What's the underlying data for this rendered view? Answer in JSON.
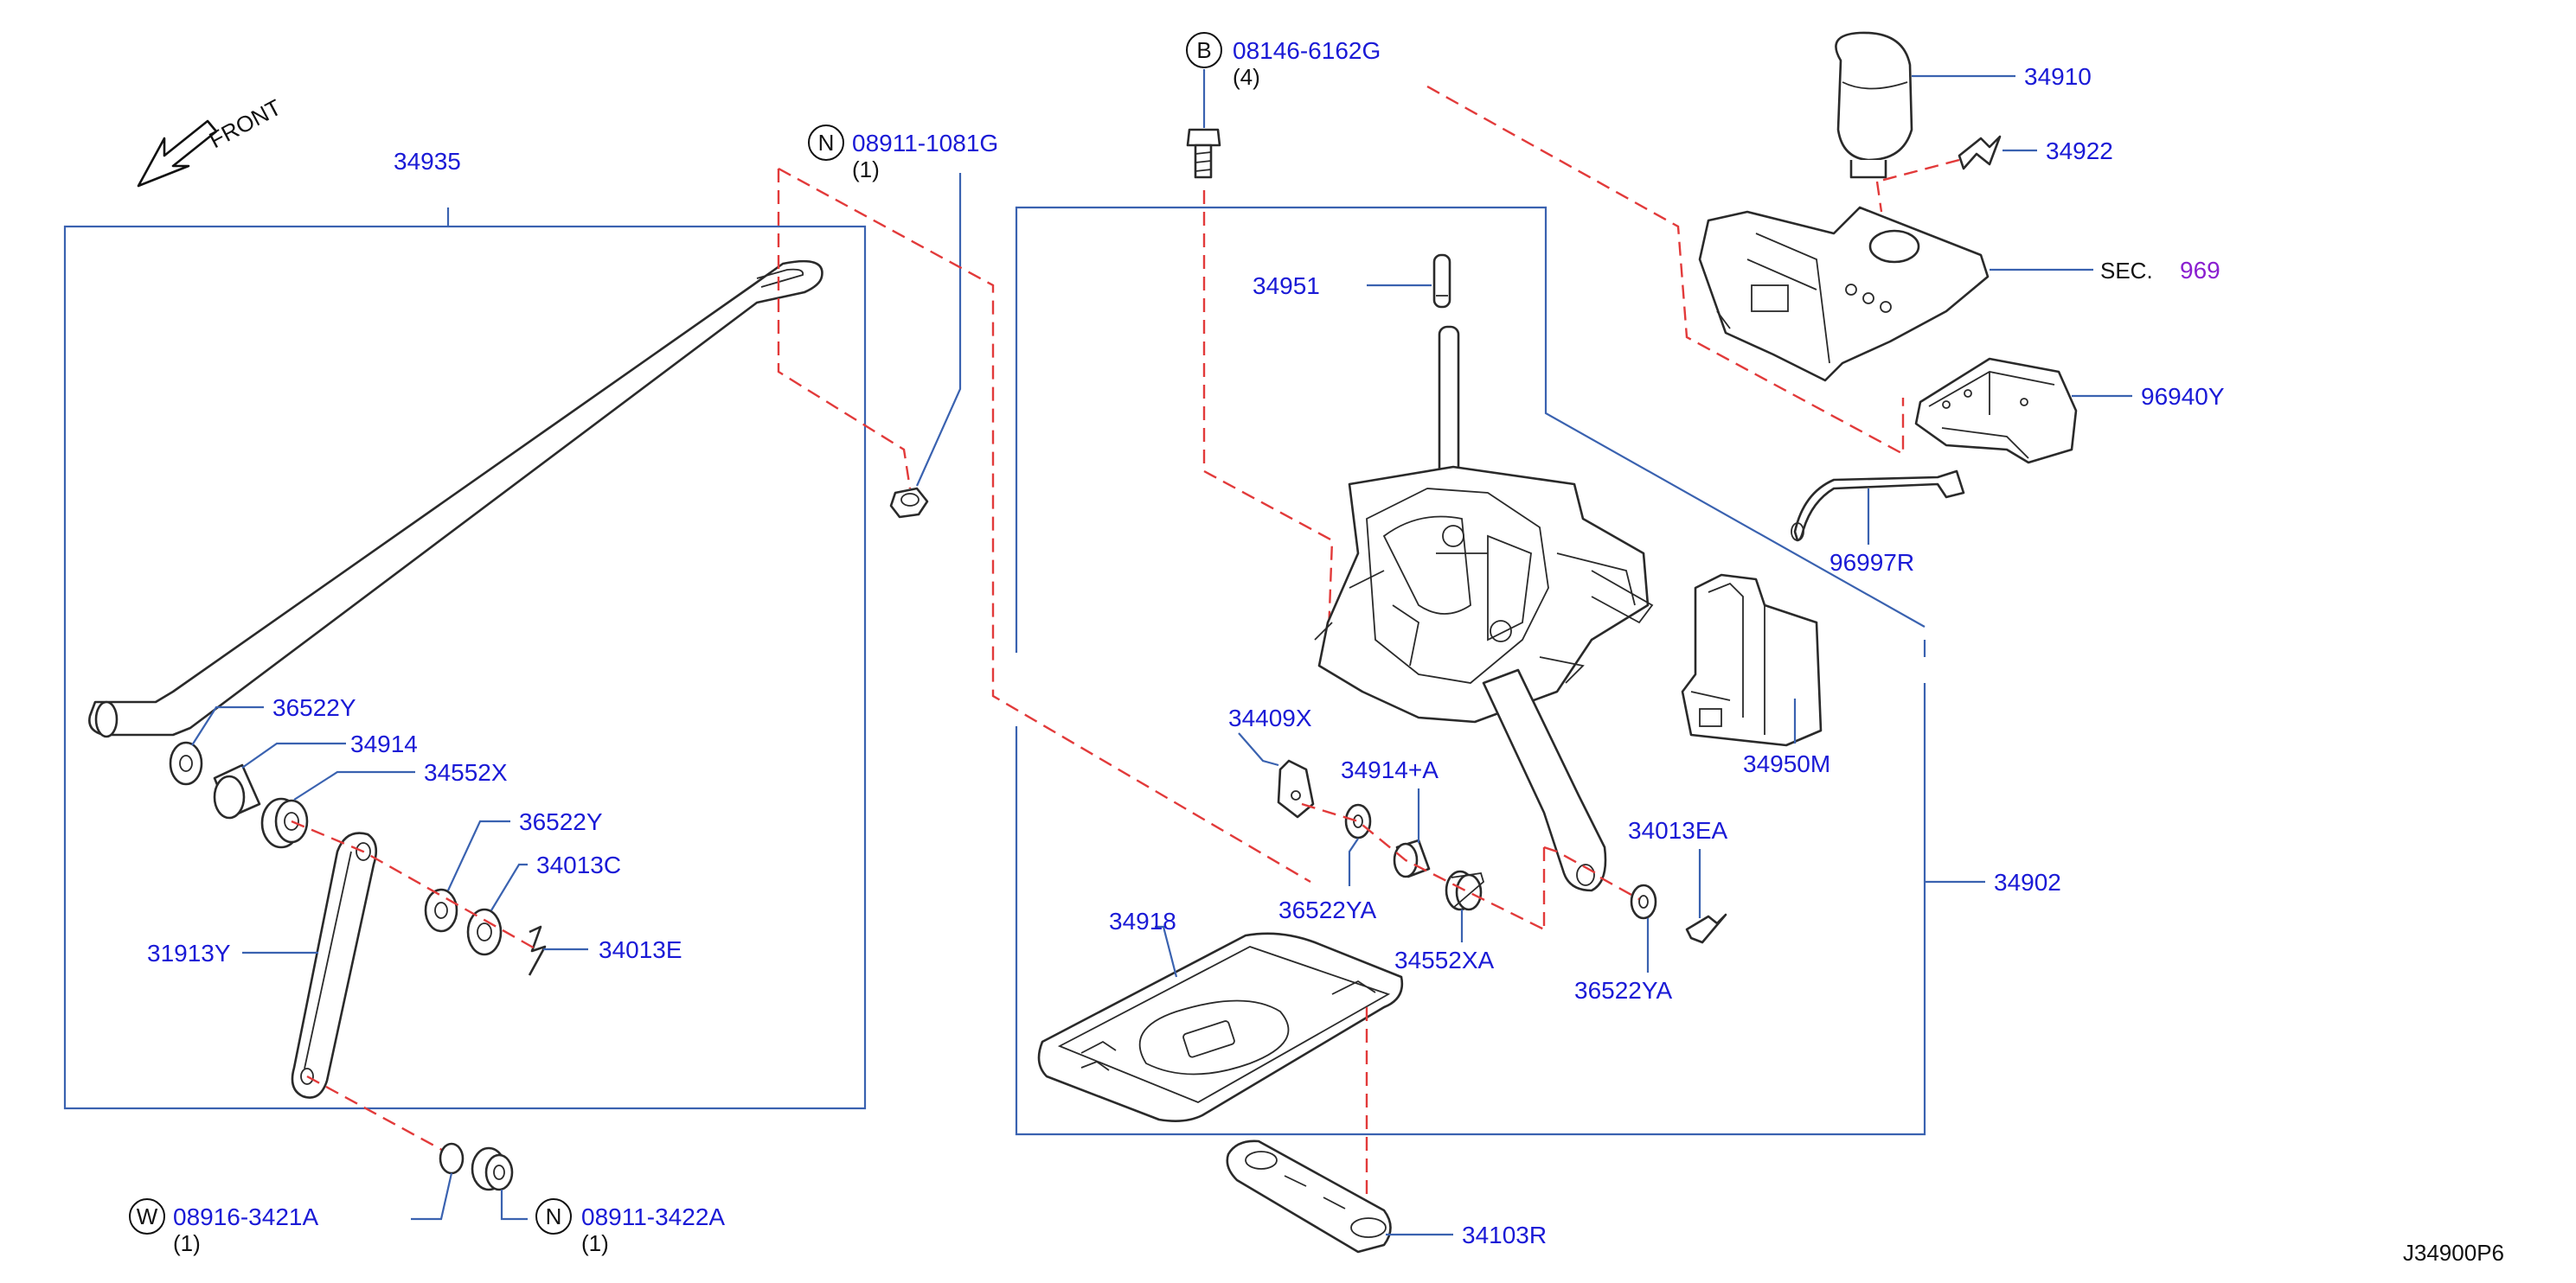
{
  "diagram": {
    "code": "J34900P6",
    "front_label": "FRONT",
    "sec_label": "SEC.",
    "sec_number": "969",
    "colors": {
      "label": "#1a1ad6",
      "leader": "#3a62b0",
      "dash": "#e23a3a",
      "sec_link": "#8a1fd0"
    },
    "fasteners": [
      {
        "symbol": "B",
        "part": "08146-6162G",
        "qty": "(4)"
      },
      {
        "symbol": "N",
        "part": "08911-1081G",
        "qty": "(1)"
      },
      {
        "symbol": "W",
        "part": "08916-3421A",
        "qty": "(1)"
      },
      {
        "symbol": "N",
        "part": "08911-3422A",
        "qty": "(1)"
      }
    ],
    "parts": [
      "34935",
      "36522Y",
      "34914",
      "34552X",
      "36522Y",
      "34013C",
      "34013E",
      "31913Y",
      "34910",
      "34922",
      "96940Y",
      "96997R",
      "34950M",
      "34951",
      "34409X",
      "34914+A",
      "36522YA",
      "34552XA",
      "34013EA",
      "36522YA",
      "34902",
      "34918",
      "34103R"
    ]
  }
}
